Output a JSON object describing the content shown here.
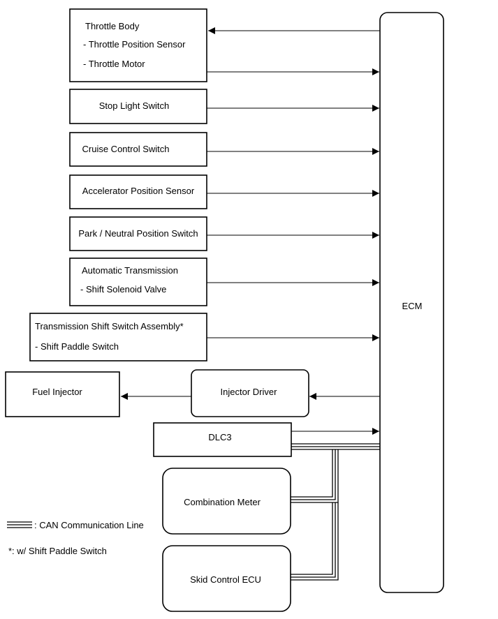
{
  "ecm": {
    "label": "ECM"
  },
  "throttle_body": {
    "title": "Throttle Body",
    "item1": "- Throttle Position Sensor",
    "item2": "- Throttle Motor"
  },
  "stop_light_switch": {
    "label": "Stop Light Switch"
  },
  "cruise_control_switch": {
    "label": "Cruise Control Switch"
  },
  "accelerator_position_sensor": {
    "label": "Accelerator Position Sensor"
  },
  "park_neutral_switch": {
    "label": "Park / Neutral Position Switch"
  },
  "automatic_transmission": {
    "title": "Automatic Transmission",
    "item1": "- Shift Solenoid Valve"
  },
  "transmission_shift_switch": {
    "title": "Transmission Shift Switch Assembly*",
    "item1": "- Shift Paddle Switch"
  },
  "fuel_injector": {
    "label": "Fuel Injector"
  },
  "injector_driver": {
    "label": "Injector Driver"
  },
  "dlc3": {
    "label": "DLC3"
  },
  "combination_meter": {
    "label": "Combination Meter"
  },
  "skid_control_ecu": {
    "label": "Skid Control ECU"
  },
  "legend": {
    "can_line": ": CAN Communication Line",
    "footnote": "*: w/ Shift Paddle Switch"
  }
}
